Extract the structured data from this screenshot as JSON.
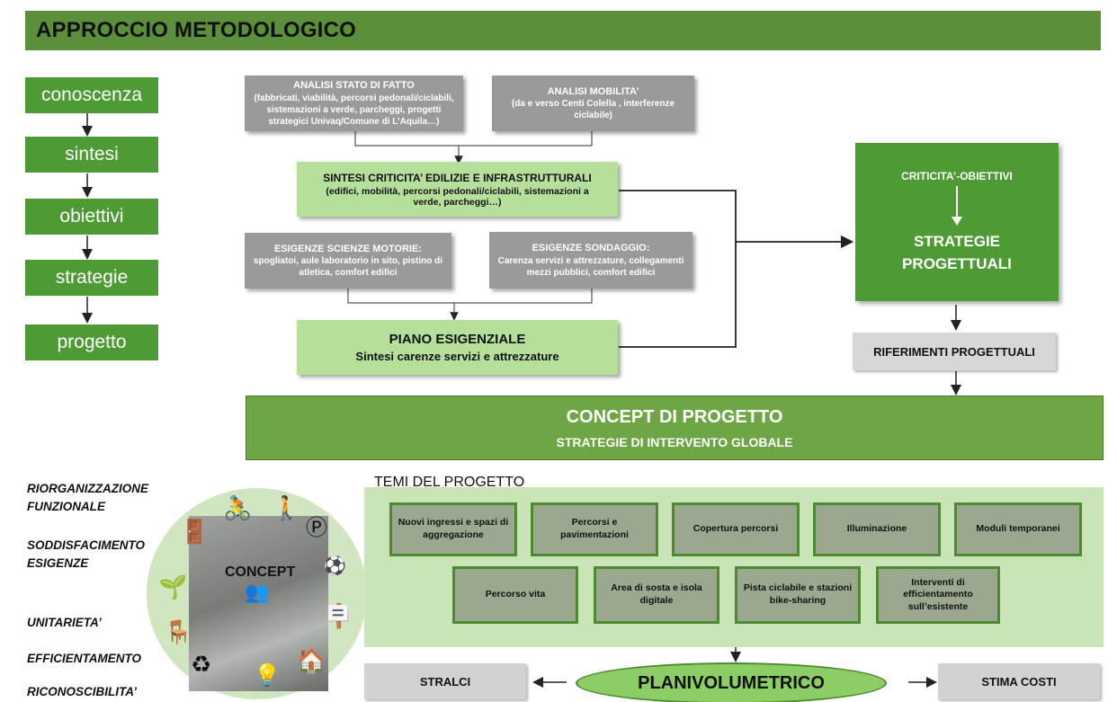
{
  "title": "APPROCCIO METODOLOGICO",
  "phases": [
    "conoscenza",
    "sintesi",
    "obiettivi",
    "strategie",
    "progetto"
  ],
  "analisi_stato": {
    "head": "ANALISI STATO DI FATTO",
    "body": "(fabbricati, viabilità, percorsi pedonali/ciclabili, sistemazioni a verde, parcheggi, progetti strategici Univaq/Comune di L’Aquila…)"
  },
  "analisi_mobilita": {
    "head": "ANALISI MOBILITA’",
    "body": "(da e verso Centi Colella , interferenze ciclabile)"
  },
  "sintesi_criticita": {
    "head": "SINTESI CRITICITA’ EDILIZIE E INFRASTRUTTURALI",
    "body": "(edifici, mobilità, percorsi pedonali/ciclabili, sistemazioni a verde, parcheggi…)"
  },
  "esigenze_motorie": {
    "head": "ESIGENZE SCIENZE MOTORIE:",
    "body": "spogliatoi, aule laboratorio in sito, pistino di atletica, comfort edifici"
  },
  "esigenze_sondaggio": {
    "head": "ESIGENZE SONDAGGIO:",
    "body": "Carenza servizi e attrezzature, collegamenti mezzi pubblici, comfort edifici"
  },
  "piano_esigenziale": {
    "head": "PIANO ESIGENZIALE",
    "body": "Sintesi carenze servizi e attrezzature"
  },
  "criticita": {
    "top": "CRITICITA’-OBIETTIVI",
    "main": "STRATEGIE PROGETTUALI"
  },
  "riferimenti": "RIFERIMENTI PROGETTUALI",
  "concept": {
    "title": "CONCEPT DI PROGETTO",
    "subtitle": "STRATEGIE DI INTERVENTO GLOBALE"
  },
  "goals": [
    "RIORGANIZZAZIONE FUNZIONALE",
    "SODDISFACIMENTO ESIGENZE",
    "UNITARIETA’",
    "EFFICIENTAMENTO",
    "RICONOSCIBILITA’"
  ],
  "concept_label": "CONCEPT",
  "temi_title": "TEMI DEL PROGETTO",
  "temi_row1": [
    "Nuovi ingressi e spazi di aggregazione",
    "Percorsi e pavimentazioni",
    "Copertura percorsi",
    "Illuminazione",
    "Moduli temporanei"
  ],
  "temi_row2": [
    "Percorso vita",
    "Area di sosta e isola digitale",
    "Pista ciclabile e stazioni bike-sharing",
    "Interventi di efficientamento sull’esistente"
  ],
  "stralci": "STRALCI",
  "planivolumetrico": "PLANIVOLUMETRICO",
  "stima_costi": "STIMA COSTI",
  "colors": {
    "title_bar": "#5b8f3a",
    "phase": "#4e9b36",
    "grey_box": "#9a9a9a",
    "light_green": "#b6df9c",
    "concept": "#6ea645",
    "temi_panel": "#c9e4b6"
  }
}
